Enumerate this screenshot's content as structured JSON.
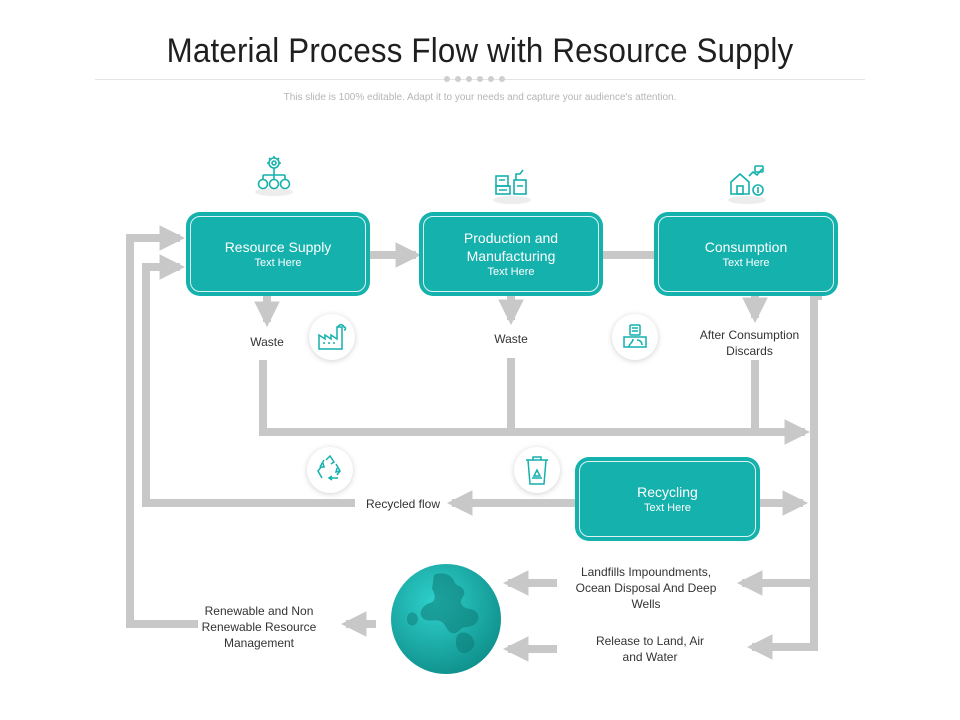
{
  "header": {
    "title": "Material Process Flow with Resource Supply",
    "subtitle": "This slide is 100% editable. Adapt it to your needs and capture your audience's attention."
  },
  "colors": {
    "accent": "#14b1ad",
    "arrow": "#c8c8c8",
    "globe": "#15aaa6"
  },
  "boxes": {
    "resource_supply": {
      "title": "Resource Supply",
      "subtitle": "Text Here"
    },
    "production": {
      "title": "Production and Manufacturing",
      "subtitle": "Text Here"
    },
    "consumption": {
      "title": "Consumption",
      "subtitle": "Text Here"
    },
    "recycling": {
      "title": "Recycling",
      "subtitle": "Text Here"
    }
  },
  "labels": {
    "waste_1": "Waste",
    "waste_2": "Waste",
    "after_consumption": "After Consumption Discards",
    "recycled_flow": "Recycled flow",
    "landfills": "Landfills Impoundments, Ocean Disposal And Deep Wells",
    "release": "Release to Land, Air and Water",
    "renewable": "Renewable and Non Renewable Resource Management"
  },
  "icons": {
    "resource_supply": "gear-money-icon",
    "production": "factory-machines-icon",
    "consumption": "house-store-icon",
    "waste_factory": "factory-icon",
    "consumption_waste": "waste-bag-icon",
    "recycle": "recycle-icon",
    "recycle_bin": "recycle-bin-icon",
    "globe": "globe-icon"
  }
}
